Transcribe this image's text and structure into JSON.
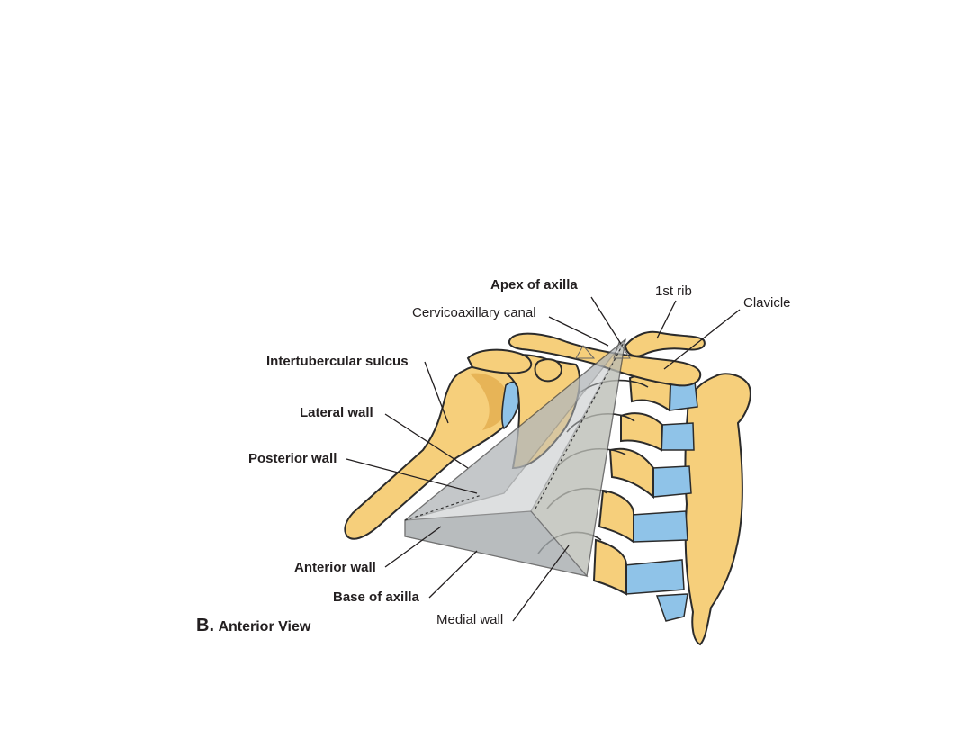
{
  "figure": {
    "labels": {
      "apex": "Apex of axilla",
      "first_rib": "1st rib",
      "clavicle": "Clavicle",
      "cervicoaxillary": "Cervicoaxillary canal",
      "intertubercular": "Intertubercular sulcus",
      "lateral_wall": "Lateral wall",
      "posterior_wall": "Posterior wall",
      "anterior_wall": "Anterior wall",
      "base": "Base of axilla",
      "medial_wall": "Medial wall"
    },
    "caption": {
      "letter": "B.",
      "text": "Anterior View"
    },
    "colors": {
      "bone": "#f6cf7b",
      "bone_shadow": "#e3ad4f",
      "cartilage": "#8fc3e8",
      "pyramid": "#9aa0a4",
      "outline": "#2b2b2b"
    }
  }
}
